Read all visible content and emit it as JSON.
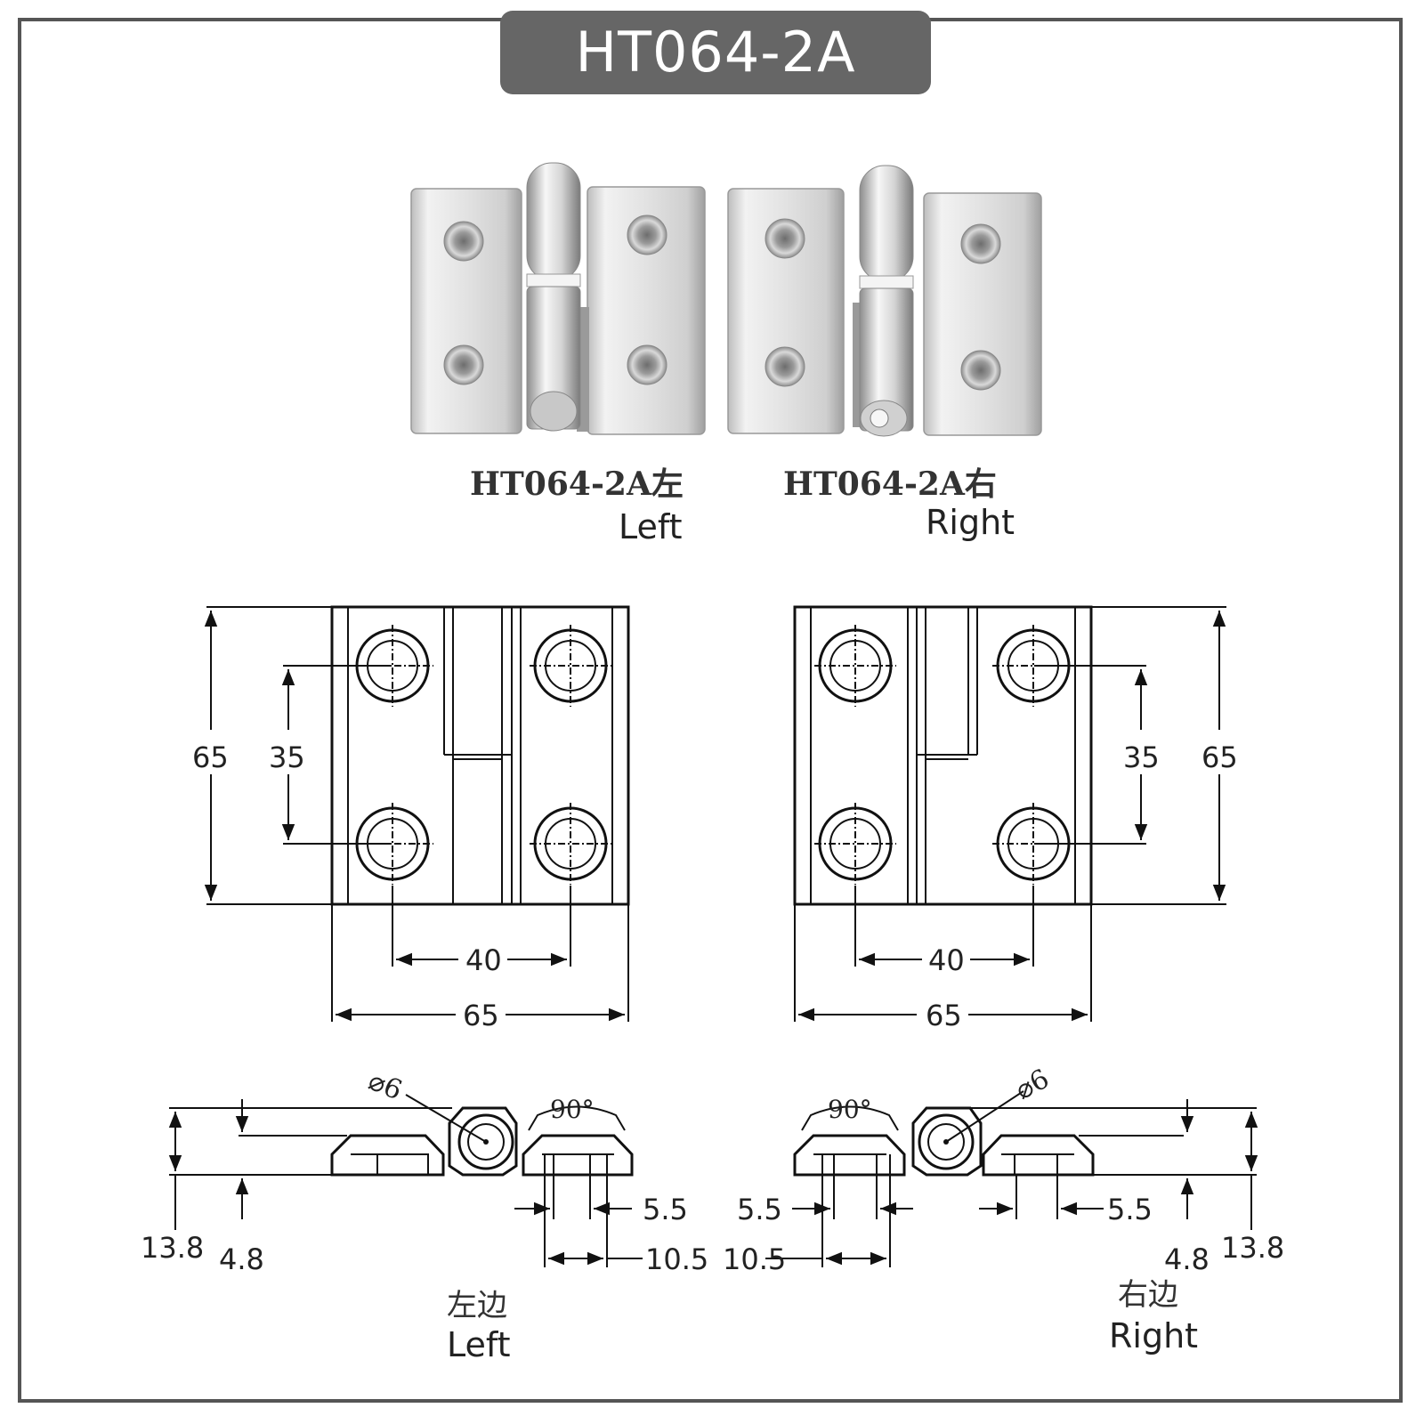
{
  "title": "HT064-2A",
  "photos": {
    "left": {
      "model": "HT064-2A左",
      "side": "Left"
    },
    "right": {
      "model": "HT064-2A右",
      "side": "Right"
    }
  },
  "front_view": {
    "height": "65",
    "hole_pitch_vertical": "35",
    "hole_pitch_horizontal": "40",
    "width": "65"
  },
  "side_view": {
    "pin_diameter": "⌀6",
    "countersink_angle": "90°",
    "hole_diameter": "5.5",
    "countersink_diameter": "10.5",
    "leaf_thickness": "4.8",
    "overall_thickness": "13.8",
    "left_caption_cn": "左边",
    "left_caption_en": "Left",
    "right_caption_cn": "右边",
    "right_caption_en": "Right"
  },
  "colors": {
    "badge": "#666666",
    "frame": "#555555",
    "steel": "#d8d8d8"
  }
}
